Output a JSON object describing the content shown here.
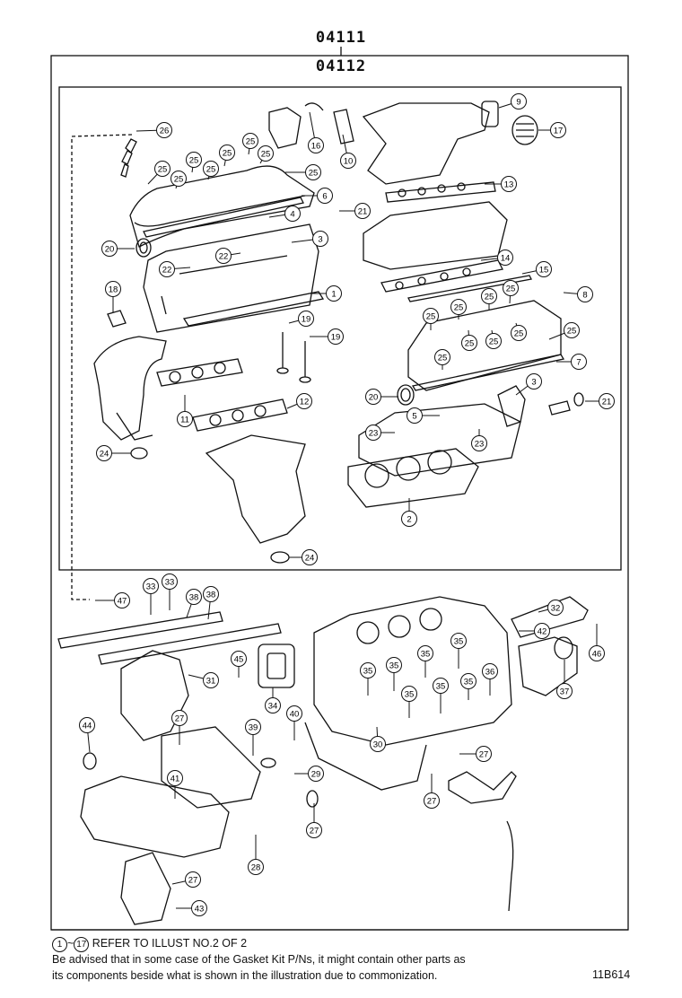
{
  "header": {
    "kit_number": "04111",
    "subkit_number": "04112"
  },
  "callouts": [
    {
      "n": "26"
    },
    {
      "n": "25"
    },
    {
      "n": "25"
    },
    {
      "n": "25"
    },
    {
      "n": "25"
    },
    {
      "n": "25"
    },
    {
      "n": "25"
    },
    {
      "n": "25"
    },
    {
      "n": "25"
    },
    {
      "n": "6"
    },
    {
      "n": "4"
    },
    {
      "n": "21"
    },
    {
      "n": "20"
    },
    {
      "n": "3"
    },
    {
      "n": "22"
    },
    {
      "n": "22"
    },
    {
      "n": "1"
    },
    {
      "n": "18"
    },
    {
      "n": "19"
    },
    {
      "n": "19"
    },
    {
      "n": "16"
    },
    {
      "n": "10"
    },
    {
      "n": "9"
    },
    {
      "n": "17"
    },
    {
      "n": "13"
    },
    {
      "n": "14"
    },
    {
      "n": "15"
    },
    {
      "n": "8"
    },
    {
      "n": "25"
    },
    {
      "n": "25"
    },
    {
      "n": "25"
    },
    {
      "n": "25"
    },
    {
      "n": "25"
    },
    {
      "n": "25"
    },
    {
      "n": "25"
    },
    {
      "n": "25"
    },
    {
      "n": "25"
    },
    {
      "n": "7"
    },
    {
      "n": "20"
    },
    {
      "n": "5"
    },
    {
      "n": "3"
    },
    {
      "n": "21"
    },
    {
      "n": "23"
    },
    {
      "n": "23"
    },
    {
      "n": "2"
    },
    {
      "n": "11"
    },
    {
      "n": "12"
    },
    {
      "n": "24"
    },
    {
      "n": "24"
    },
    {
      "n": "47"
    },
    {
      "n": "33"
    },
    {
      "n": "33"
    },
    {
      "n": "38"
    },
    {
      "n": "38"
    },
    {
      "n": "32"
    },
    {
      "n": "42"
    },
    {
      "n": "46"
    },
    {
      "n": "37"
    },
    {
      "n": "31"
    },
    {
      "n": "45"
    },
    {
      "n": "34"
    },
    {
      "n": "35"
    },
    {
      "n": "35"
    },
    {
      "n": "35"
    },
    {
      "n": "35"
    },
    {
      "n": "35"
    },
    {
      "n": "35"
    },
    {
      "n": "35"
    },
    {
      "n": "36"
    },
    {
      "n": "44"
    },
    {
      "n": "27"
    },
    {
      "n": "39"
    },
    {
      "n": "40"
    },
    {
      "n": "30"
    },
    {
      "n": "27"
    },
    {
      "n": "29"
    },
    {
      "n": "41"
    },
    {
      "n": "27"
    },
    {
      "n": "27"
    },
    {
      "n": "28"
    },
    {
      "n": "27"
    },
    {
      "n": "43"
    }
  ],
  "footer": {
    "refer_from": "1",
    "refer_to": "17",
    "refer_text": "REFER TO ILLUST NO.2 OF 2",
    "note_line1": "Be advised that in some case of the Gasket Kit P/Ns,  it might contain other parts as",
    "note_line2": "its components beside what is shown in the illustration due to commonization.",
    "illustration_code": "11B614"
  }
}
